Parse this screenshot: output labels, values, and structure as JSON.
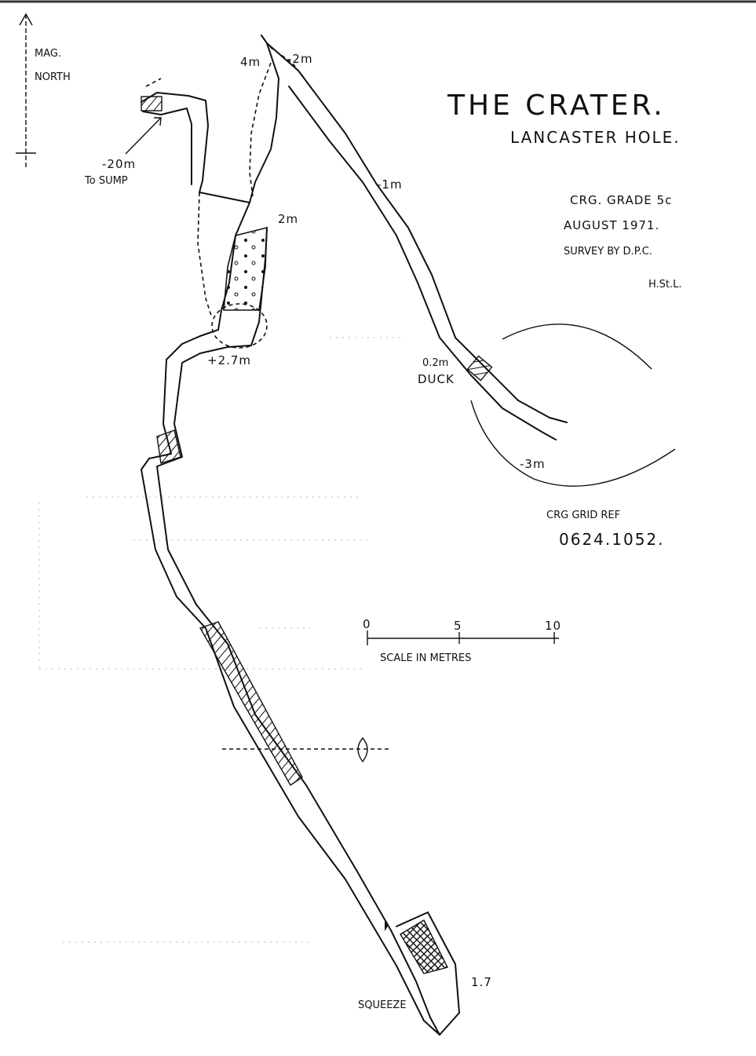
{
  "title": "THE CRATER.",
  "subtitle": "LANCASTER HOLE.",
  "info": {
    "grade": "CRG. GRADE 5c",
    "date": "AUGUST 1971.",
    "surveyed_by": "SURVEY BY D.P.C.",
    "surveyed_by_2": "H.St.L."
  },
  "north_arrow": {
    "line1": "MAG.",
    "line2": "NORTH"
  },
  "grid_ref": {
    "label": "CRG GRID REF",
    "value": "0624.1052."
  },
  "scale": {
    "ticks": [
      "0",
      "5",
      "10"
    ],
    "label": "SCALE IN METRES"
  },
  "annotations": {
    "sump_depth": "-20m",
    "sump_note": "To SUMP",
    "height_4": "4m",
    "depth_2": "-2m",
    "height_2": "2m",
    "depth_1": "-1m",
    "height_27": "+2.7m",
    "duck_depth": "0.2m",
    "duck": "DUCK",
    "depth_3": "-3m",
    "squeeze": "SQUEEZE",
    "height_17": "1.7"
  }
}
